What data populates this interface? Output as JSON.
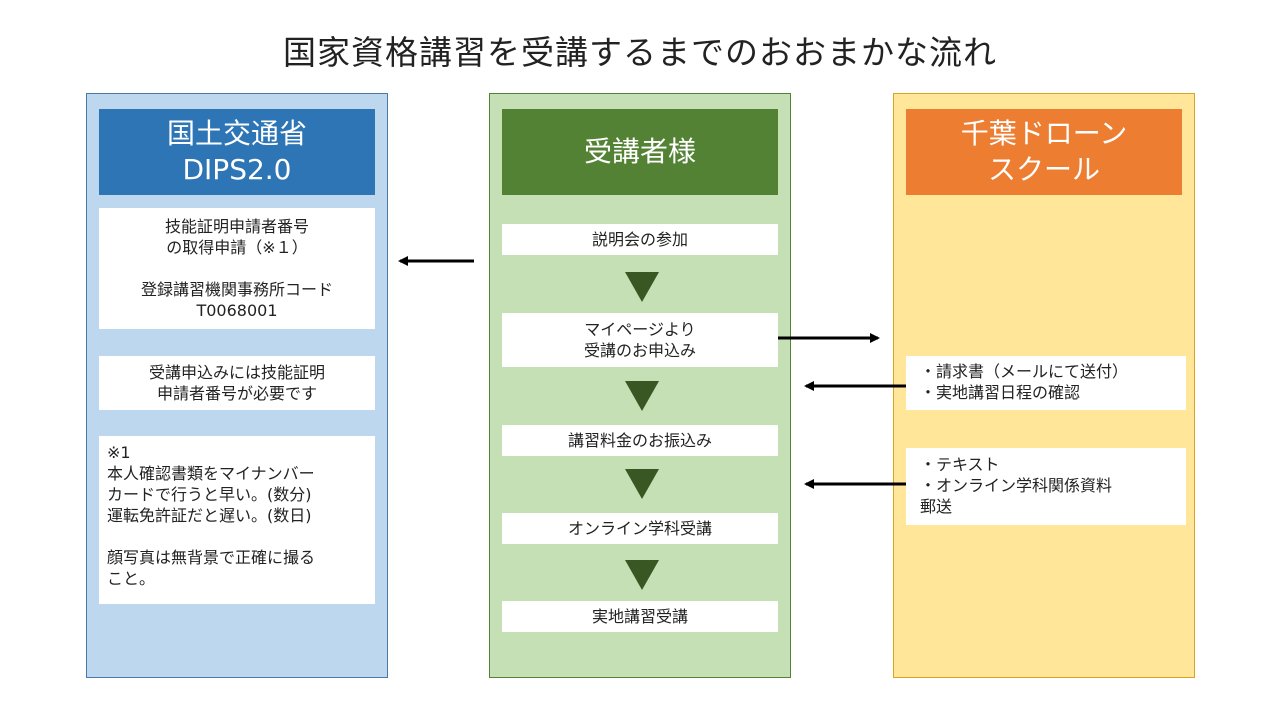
{
  "title": "国家資格講習を受講するまでのおおまかな流れ",
  "colors": {
    "dips_bg": "#bdd7ee",
    "dips_header": "#2e75b6",
    "student_bg": "#c5e0b4",
    "student_header": "#548235",
    "school_bg": "#ffe699",
    "school_header": "#ed7d31",
    "arrow": "#000000",
    "triangle": "#385723"
  },
  "dips": {
    "header": "国土交通省\nDIPS2.0",
    "boxes": [
      "技能証明申請者番号\nの取得申請（※１）\n\n登録講習機関事務所コード\nT0068001",
      "受講申込みには技能証明\n申請者番号が必要です",
      "※1\n本人確認書類をマイナンバー\nカードで行うと早い。(数分)\n運転免許証だと遅い。(数日)\n\n顔写真は無背景で正確に撮る\nこと。"
    ]
  },
  "student": {
    "header": "受講者様",
    "steps": [
      "説明会の参加",
      "マイページより\n受講のお申込み",
      "講習料金のお振込み",
      "オンライン学科受講",
      "実地講習受講"
    ]
  },
  "school": {
    "header": "千葉ドローン\nスクール",
    "boxes": [
      "・請求書（メールにて送付）\n・実地講習日程の確認",
      "・テキスト\n・オンライン学科関係資料\n郵送"
    ]
  }
}
